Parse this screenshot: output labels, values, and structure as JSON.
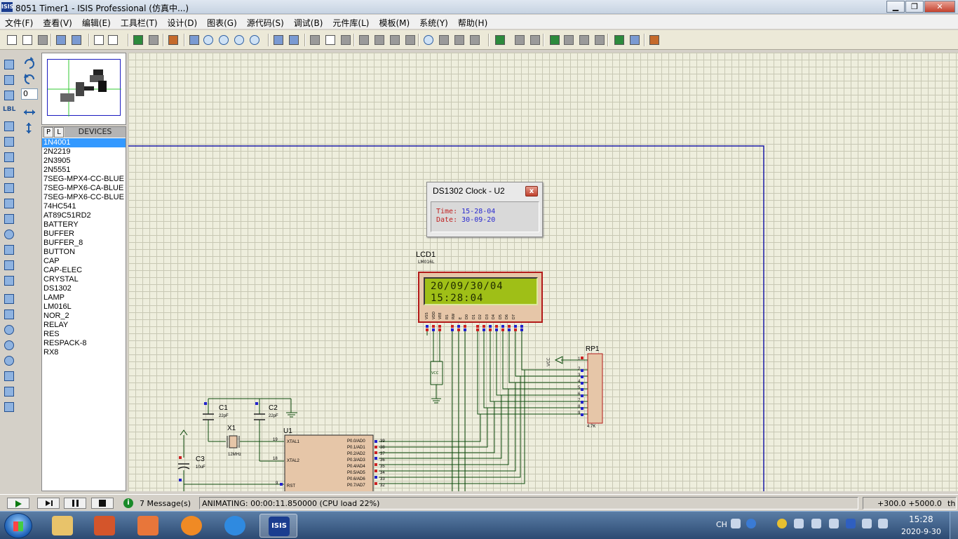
{
  "window": {
    "icon_text": "ISIS",
    "title": "8051 Timer1 - ISIS Professional (仿真中...)",
    "min": "▁",
    "max": "❐",
    "close": "✕"
  },
  "menu": [
    "文件(F)",
    "查看(V)",
    "编辑(E)",
    "工具栏(T)",
    "设计(D)",
    "图表(G)",
    "源代码(S)",
    "调试(B)",
    "元件库(L)",
    "模板(M)",
    "系统(Y)",
    "帮助(H)"
  ],
  "toolbar": {
    "icons": [
      "new-file-icon",
      "open-file-icon",
      "save-icon",
      "import-icon",
      "export-icon",
      "print-icon",
      "print-area-icon",
      "refresh-icon",
      "grid-icon",
      "origin-icon",
      "pan-icon",
      "zoom-in-icon",
      "zoom-out-icon",
      "zoom-all-icon",
      "zoom-area-icon",
      "undo-icon",
      "redo-icon",
      "cut-icon",
      "copy-icon",
      "paste-icon",
      "block-copy-icon",
      "block-move-icon",
      "block-rotate-icon",
      "block-delete-icon",
      "pick-device-icon",
      "make-device-icon",
      "package-icon",
      "decompose-icon",
      "wire-autorouter-icon",
      "search-tag-icon",
      "property-assign-icon",
      "new-sheet-icon",
      "remove-sheet-icon",
      "exit-parent-icon",
      "zoom-child-icon",
      "bill-of-materials-icon",
      "electrical-rules-icon",
      "netlist-ares-icon"
    ]
  },
  "left_tools": {
    "rotation_value": "0",
    "icons": [
      "select-mode-icon",
      "component-mode-icon",
      "junction-icon",
      "wire-label-icon",
      "text-script-icon",
      "buses-icon",
      "subcircuit-icon",
      "terminals-icon",
      "pins-icon",
      "graph-icon",
      "tape-recorder-icon",
      "generator-icon",
      "voltage-probe-icon",
      "current-probe-icon",
      "virtual-instruments-icon",
      "line-icon",
      "box-icon",
      "circle-icon",
      "arc-icon",
      "path-icon",
      "text-icon",
      "symbol-icon",
      "marker-icon"
    ],
    "text_labels": {
      "wire_label": "LBL"
    }
  },
  "devices": {
    "tab_p": "P",
    "tab_l": "L",
    "title": "DEVICES",
    "items": [
      "1N4001",
      "2N2219",
      "2N3905",
      "2N5551",
      "7SEG-MPX4-CC-BLUE",
      "7SEG-MPX6-CA-BLUE",
      "7SEG-MPX6-CC-BLUE",
      "74HC541",
      "AT89C51RD2",
      "BATTERY",
      "BUFFER",
      "BUFFER_8",
      "BUTTON",
      "CAP",
      "CAP-ELEC",
      "CRYSTAL",
      "DS1302",
      "LAMP",
      "LM016L",
      "NOR_2",
      "RELAY",
      "RES",
      "RESPACK-8",
      "RX8"
    ],
    "selected_index": 0
  },
  "ds1302": {
    "title": "DS1302 Clock - U2",
    "close": "x",
    "time_label": "Time:",
    "time_value": "15-28-04",
    "date_label": "Date:",
    "date_value": "30-09-20"
  },
  "lcd": {
    "name": "LCD1",
    "model": "LM016L",
    "line1": "20/09/30/04",
    "line2": "15:28:04",
    "pins": [
      "VSS",
      "VDD",
      "VEE",
      "RS",
      "RW",
      "E",
      "D0",
      "D1",
      "D2",
      "D3",
      "D4",
      "D5",
      "D6",
      "D7"
    ]
  },
  "schematic": {
    "vcc_label": "VCC",
    "rp1": {
      "name": "RP1",
      "value": "4.7K",
      "pins": [
        "1",
        "2",
        "3",
        "4",
        "5",
        "6",
        "7",
        "8",
        "9"
      ]
    },
    "c1": {
      "name": "C1",
      "value": "22pF"
    },
    "c2": {
      "name": "C2",
      "value": "22pF"
    },
    "c3": {
      "name": "C3",
      "value": "10uF"
    },
    "x1": {
      "name": "X1",
      "value": "12MHz"
    },
    "u1": {
      "name": "U1",
      "xtal1": "XTAL1",
      "xtal2": "XTAL2",
      "rst": "RST",
      "pin19": "19",
      "pin18": "18",
      "pin9": "9",
      "port0": [
        "P0.0/AD0",
        "P0.1/AD1",
        "P0.2/AD2",
        "P0.3/AD3",
        "P0.4/AD4",
        "P0.5/AD5",
        "P0.6/AD6",
        "P0.7/AD7"
      ],
      "port0_pins": [
        "39",
        "38",
        "37",
        "36",
        "35",
        "34",
        "33",
        "32"
      ]
    }
  },
  "status": {
    "messages": "7 Message(s)",
    "animating": "ANIMATING: 00:00:11.850000 (CPU load 22%)",
    "coords": "+300.0   +5000.0",
    "unit": "th"
  },
  "taskbar": {
    "apps": [
      "explorer-icon",
      "office-icon",
      "pdf-icon",
      "media-player-icon",
      "internet-explorer-icon",
      "isis-icon"
    ],
    "isis_label": "ISIS",
    "lang": "CH",
    "time": "15:28",
    "date": "2020-9-30"
  }
}
